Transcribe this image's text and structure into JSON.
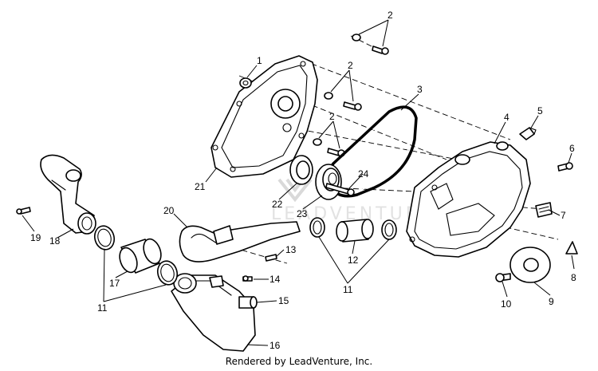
{
  "callouts": [
    {
      "id": "1",
      "label": "1"
    },
    {
      "id": "2a",
      "label": "2"
    },
    {
      "id": "2b",
      "label": "2"
    },
    {
      "id": "2c",
      "label": "2"
    },
    {
      "id": "3",
      "label": "3"
    },
    {
      "id": "4",
      "label": "4"
    },
    {
      "id": "5",
      "label": "5"
    },
    {
      "id": "6",
      "label": "6"
    },
    {
      "id": "7",
      "label": "7"
    },
    {
      "id": "8",
      "label": "8"
    },
    {
      "id": "9",
      "label": "9"
    },
    {
      "id": "10",
      "label": "10"
    },
    {
      "id": "11a",
      "label": "11"
    },
    {
      "id": "11b",
      "label": "11"
    },
    {
      "id": "12",
      "label": "12"
    },
    {
      "id": "13",
      "label": "13"
    },
    {
      "id": "14",
      "label": "14"
    },
    {
      "id": "15",
      "label": "15"
    },
    {
      "id": "16",
      "label": "16"
    },
    {
      "id": "17",
      "label": "17"
    },
    {
      "id": "18",
      "label": "18"
    },
    {
      "id": "19",
      "label": "19"
    },
    {
      "id": "20",
      "label": "20"
    },
    {
      "id": "21",
      "label": "21"
    },
    {
      "id": "22",
      "label": "22"
    },
    {
      "id": "23",
      "label": "23"
    },
    {
      "id": "24",
      "label": "24"
    }
  ],
  "watermark": "LEADVENTURE",
  "footer": "Rendered by LeadVenture, Inc."
}
